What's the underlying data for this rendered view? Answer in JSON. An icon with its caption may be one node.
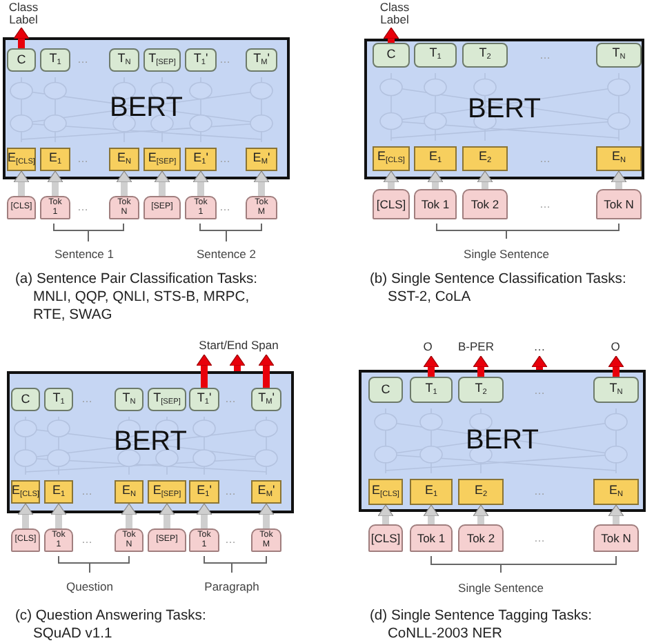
{
  "diagram": {
    "nodes": [
      {
        "text": [
          "Class Label"
        ]
      },
      {
        "text": [
          "BERT"
        ]
      },
      {
        "text": [
          "C"
        ],
        "in": 1
      },
      {
        "text": [
          "T$_{1}$"
        ],
        "in": 1
      },
      {
        "text": [
          "T$_{N}$"
        ],
        "in": 1
      },
      {
        "text": [
          "T$_{[SEP]}$"
        ],
        "in": 1
      },
      {
        "text": [
          "T$_{1}$'"
        ],
        "in": 1
      },
      {
        "text": [
          "T$_{M}$'"
        ],
        "in": 1
      },
      {
        "text": [
          "E$_{[CLS]}$"
        ],
        "in": 1
      },
      {
        "text": [
          "E$_{1}$"
        ],
        "in": 1
      },
      {
        "text": [
          "E$_{N}$"
        ],
        "in": 1
      },
      {
        "text": [
          "E$_{[SEP]}$"
        ],
        "in": 1
      },
      {
        "text": [
          "E$_{1}$'"
        ],
        "in": 1
      },
      {
        "text": [
          "E$_{M}$'"
        ],
        "in": 1
      },
      {
        "text": [
          "[CLS]"
        ]
      },
      {
        "text": [
          "Tok 1"
        ]
      },
      {
        "text": [
          "Tok N"
        ]
      },
      {
        "text": [
          "[SEP]"
        ]
      },
      {
        "text": [
          "Tok 1"
        ]
      },
      {
        "text": [
          "Tok M"
        ]
      },
      {
        "text": [
          "Class Label"
        ]
      },
      {
        "text": [
          "BERT"
        ]
      },
      {
        "text": [
          "C"
        ],
        "in": 21
      },
      {
        "text": [
          "T$_{1}$"
        ],
        "in": 21
      },
      {
        "text": [
          "T$_{2}$"
        ],
        "in": 21
      },
      {
        "text": [
          "T$_{N}$"
        ],
        "in": 21
      },
      {
        "text": [
          "E$_{[CLS]}$"
        ],
        "in": 21
      },
      {
        "text": [
          "E$_{1}$"
        ],
        "in": 21
      },
      {
        "text": [
          "E$_{2}$"
        ],
        "in": 21
      },
      {
        "text": [
          "E$_{N}$"
        ],
        "in": 21
      },
      {
        "text": [
          "[CLS]"
        ]
      },
      {
        "text": [
          "Tok 1"
        ]
      },
      {
        "text": [
          "Tok 2"
        ]
      },
      {
        "text": [
          "Tok N"
        ]
      },
      {
        "text": [
          "Start/End Span"
        ]
      },
      {
        "text": [
          "BERT"
        ]
      },
      {
        "text": [
          "C"
        ],
        "in": 35
      },
      {
        "text": [
          "T$_{1}$"
        ],
        "in": 35
      },
      {
        "text": [
          "T$_{N}$"
        ],
        "in": 35
      },
      {
        "text": [
          "T$_{[SEP]}$"
        ],
        "in": 35
      },
      {
        "text": [
          "T$_{1}$'"
        ],
        "in": 35
      },
      {
        "text": [
          "T$_{M}$'"
        ],
        "in": 35
      },
      {
        "text": [
          "E$_{[CLS]}$"
        ],
        "in": 35
      },
      {
        "text": [
          "E$_{1}$"
        ],
        "in": 35
      },
      {
        "text": [
          "E$_{N}$"
        ],
        "in": 35
      },
      {
        "text": [
          "E$_{[SEP]}$"
        ],
        "in": 35
      },
      {
        "text": [
          "E$_{1}$'"
        ],
        "in": 35
      },
      {
        "text": [
          "E$_{M}$'"
        ],
        "in": 35
      },
      {
        "text": [
          "[CLS]"
        ]
      },
      {
        "text": [
          "Tok 1"
        ]
      },
      {
        "text": [
          "Tok N"
        ]
      },
      {
        "text": [
          "[SEP]"
        ]
      },
      {
        "text": [
          "Tok 1"
        ]
      },
      {
        "text": [
          "Tok M"
        ]
      },
      {
        "text": [
          "O"
        ]
      },
      {
        "text": [
          "B-PER"
        ]
      },
      {
        "text": [
          "…"
        ]
      },
      {
        "text": [
          "O"
        ]
      },
      {
        "text": [
          "BERT"
        ]
      },
      {
        "text": [
          "C"
        ],
        "in": 58
      },
      {
        "text": [
          "T$_{1}$"
        ],
        "in": 58
      },
      {
        "text": [
          "T$_{2}$"
        ],
        "in": 58
      },
      {
        "text": [
          "T$_{N}$"
        ],
        "in": 58
      },
      {
        "text": [
          "E$_{[CLS]}$"
        ],
        "in": 58
      },
      {
        "text": [
          "E$_{1}$"
        ],
        "in": 58
      },
      {
        "text": [
          "E$_{2}$"
        ],
        "in": 58
      },
      {
        "text": [
          "E$_{N}$"
        ],
        "in": 58
      },
      {
        "text": [
          "[CLS]"
        ]
      },
      {
        "text": [
          "Tok 1"
        ]
      },
      {
        "text": [
          "Tok 2"
        ]
      },
      {
        "text": [
          "Tok N"
        ]
      }
    ],
    "edges": [
      {
        "from": 2,
        "to": 0,
        "arrow": "to",
        "color": "#e8000b"
      },
      {
        "from": 14,
        "to": 8,
        "arrow": "to"
      },
      {
        "from": 15,
        "to": 9,
        "arrow": "to"
      },
      {
        "from": 16,
        "to": 10,
        "arrow": "to"
      },
      {
        "from": 17,
        "to": 11,
        "arrow": "to"
      },
      {
        "from": 18,
        "to": 12,
        "arrow": "to"
      },
      {
        "from": 19,
        "to": 13,
        "arrow": "to"
      },
      {
        "from": 22,
        "to": 20,
        "arrow": "to",
        "color": "#e8000b"
      },
      {
        "from": 30,
        "to": 26,
        "arrow": "to"
      },
      {
        "from": 31,
        "to": 27,
        "arrow": "to"
      },
      {
        "from": 32,
        "to": 28,
        "arrow": "to"
      },
      {
        "from": 33,
        "to": 29,
        "arrow": "to"
      },
      {
        "from": 40,
        "to": 34,
        "arrow": "to",
        "color": "#e8000b"
      },
      {
        "from": 35,
        "to": 34,
        "arrow": "to",
        "color": "#e8000b"
      },
      {
        "from": 41,
        "to": 34,
        "arrow": "to",
        "color": "#e8000b"
      },
      {
        "from": 48,
        "to": 42,
        "arrow": "to"
      },
      {
        "from": 49,
        "to": 43,
        "arrow": "to"
      },
      {
        "from": 50,
        "to": 44,
        "arrow": "to"
      },
      {
        "from": 51,
        "to": 45,
        "arrow": "to"
      },
      {
        "from": 52,
        "to": 46,
        "arrow": "to"
      },
      {
        "from": 53,
        "to": 47,
        "arrow": "to"
      },
      {
        "from": 60,
        "to": 54,
        "arrow": "to",
        "color": "#e8000b"
      },
      {
        "from": 61,
        "to": 55,
        "arrow": "to",
        "color": "#e8000b"
      },
      {
        "from": 58,
        "to": 56,
        "arrow": "to",
        "color": "#e8000b"
      },
      {
        "from": 62,
        "to": 57,
        "arrow": "to",
        "color": "#e8000b"
      },
      {
        "from": 67,
        "to": 63,
        "arrow": "to"
      },
      {
        "from": 68,
        "to": 64,
        "arrow": "to"
      },
      {
        "from": 69,
        "to": 65,
        "arrow": "to"
      },
      {
        "from": 70,
        "to": 66,
        "arrow": "to"
      }
    ],
    "labels": [
      "…",
      "…",
      "…",
      "…",
      "…",
      "…",
      "Sentence 1",
      "Sentence 2",
      "(a) Sentence Pair Classification Tasks: MNLI, QQP, QNLI, STS-B, MRPC, RTE, SWAG",
      "…",
      "…",
      "…",
      "Single Sentence",
      "(b) Single Sentence Classification Tasks: SST-2, CoLA",
      "…",
      "…",
      "…",
      "…",
      "…",
      "…",
      "Question",
      "Paragraph",
      "(c) Question Answering Tasks: SQuAD v1.1",
      "…",
      "…",
      "…",
      "Single Sentence",
      "(d) Single Sentence Tagging Tasks: CoNLL-2003 NER"
    ]
  }
}
